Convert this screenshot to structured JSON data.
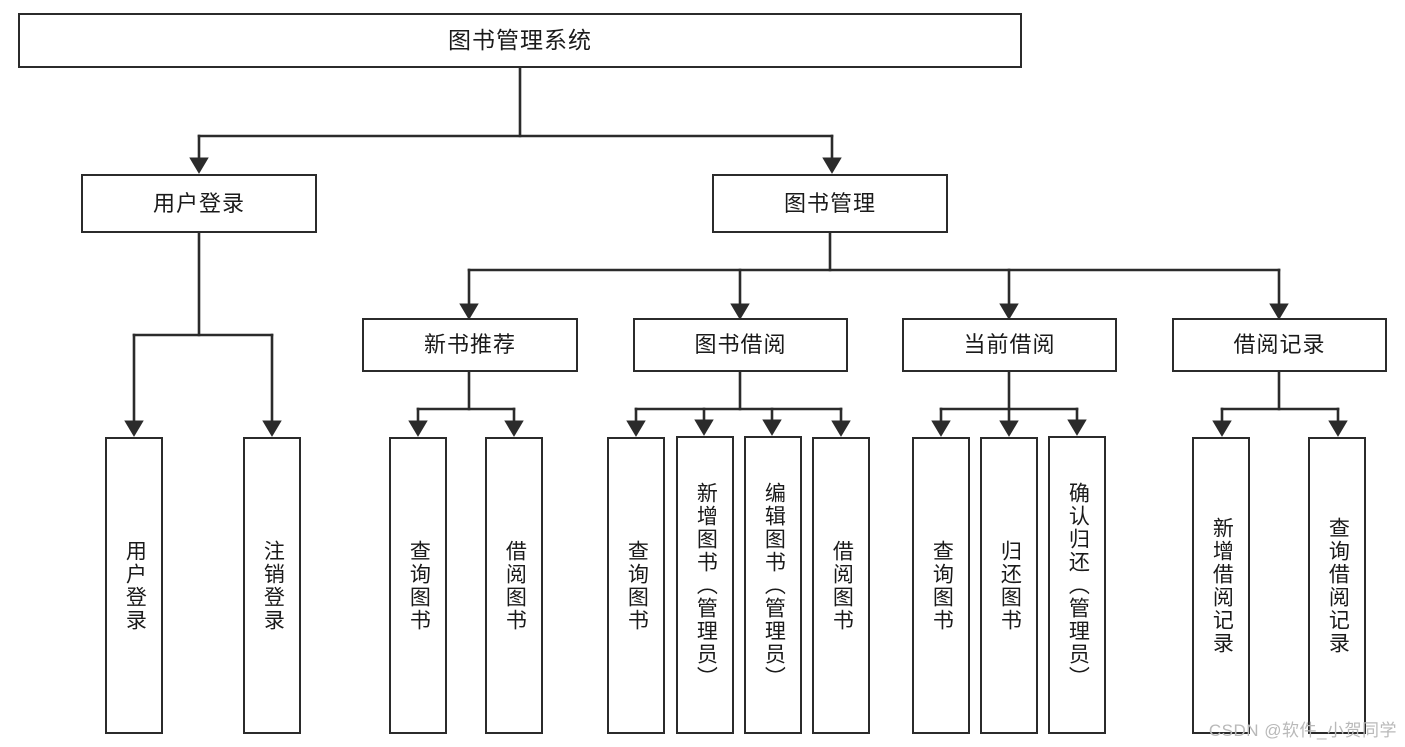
{
  "diagram": {
    "title": "图书管理系统",
    "type": "tree",
    "watermark": "CSDN @软件_小贺同学",
    "colors": {
      "stroke": "#2b2b2b",
      "fill": "#ffffff",
      "text": "#1a1a1a",
      "watermark": "#b9b9b9"
    },
    "levels": {
      "level1": [
        "图书管理系统"
      ],
      "level2": [
        "用户登录",
        "图书管理"
      ],
      "level3": [
        "新书推荐",
        "图书借阅",
        "当前借阅",
        "借阅记录"
      ],
      "level4": [
        "用户登录",
        "注销登录",
        "查询图书",
        "借阅图书",
        "查询图书",
        "新增图书（管理员）",
        "编辑图书（管理员）",
        "借阅图书",
        "查询图书",
        "归还图书",
        "确认归还（管理员）",
        "新增借阅记录",
        "查询借阅记录"
      ]
    },
    "nodes": {
      "root": {
        "label": "图书管理系统"
      },
      "l2": [
        {
          "label": "用户登录"
        },
        {
          "label": "图书管理"
        }
      ],
      "l3": [
        {
          "label": "新书推荐"
        },
        {
          "label": "图书借阅"
        },
        {
          "label": "当前借阅"
        },
        {
          "label": "借阅记录"
        }
      ],
      "leaves": [
        {
          "label": "用户登录",
          "parent": "用户登录"
        },
        {
          "label": "注销登录",
          "parent": "用户登录"
        },
        {
          "label": "查询图书",
          "parent": "新书推荐"
        },
        {
          "label": "借阅图书",
          "parent": "新书推荐"
        },
        {
          "label": "查询图书",
          "parent": "图书借阅"
        },
        {
          "label": "新增图书（管理员）",
          "parent": "图书借阅"
        },
        {
          "label": "编辑图书（管理员）",
          "parent": "图书借阅"
        },
        {
          "label": "借阅图书",
          "parent": "图书借阅"
        },
        {
          "label": "查询图书",
          "parent": "当前借阅"
        },
        {
          "label": "归还图书",
          "parent": "当前借阅"
        },
        {
          "label": "确认归还（管理员）",
          "parent": "当前借阅"
        },
        {
          "label": "新增借阅记录",
          "parent": "借阅记录"
        },
        {
          "label": "查询借阅记录",
          "parent": "借阅记录"
        }
      ]
    }
  }
}
